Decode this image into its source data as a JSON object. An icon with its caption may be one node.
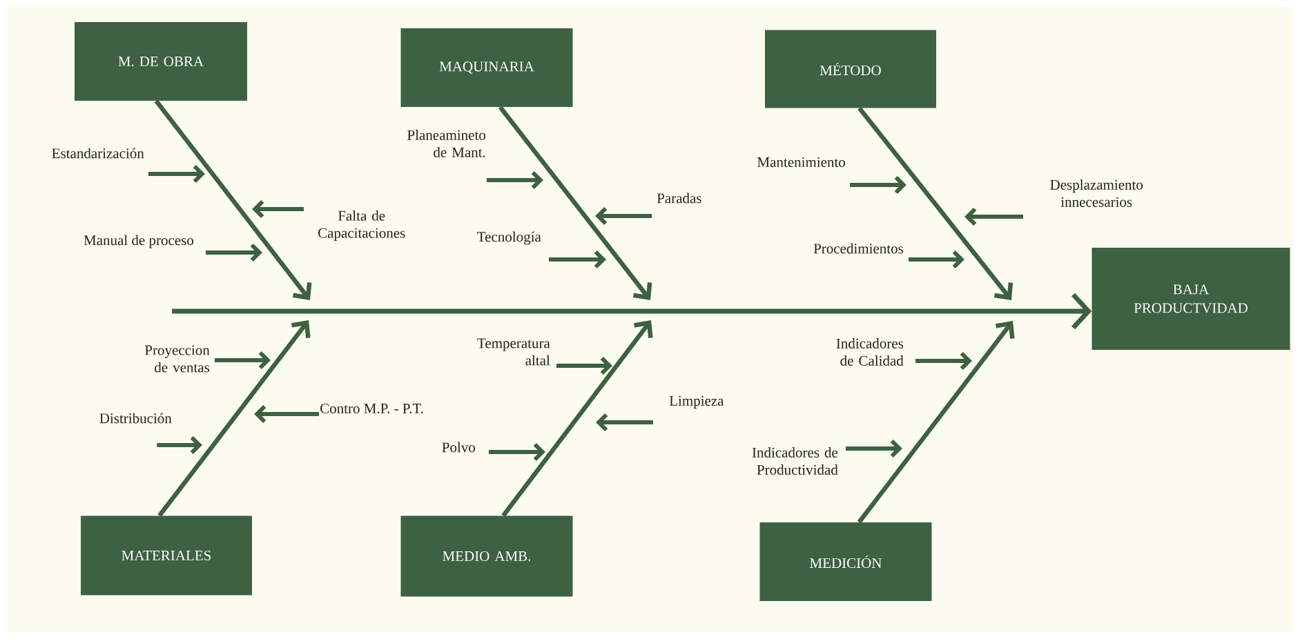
{
  "diagram": {
    "nodes": [
      {
        "text": [
          "M. DE OBRA"
        ]
      },
      {
        "text": [
          "MAQUINARIA"
        ]
      },
      {
        "text": [
          "MÉTODO"
        ]
      },
      {
        "text": [
          "Estandarización"
        ]
      },
      {
        "text": [
          "Planeamineto de Mant."
        ]
      },
      {
        "text": [
          "Mantenimiento"
        ]
      },
      {
        "text": [
          "Falta de Capacitaciones"
        ]
      },
      {
        "text": [
          "Paradas"
        ]
      },
      {
        "text": [
          "Desplazamiento innecesarios"
        ]
      },
      {
        "text": [
          "Manual de proceso"
        ]
      },
      {
        "text": [
          "Tecnología"
        ]
      },
      {
        "text": [
          "Procedimientos"
        ]
      },
      {
        "text": [
          "BAJA PRODUCTVIDAD"
        ]
      },
      {
        "text": [
          "Proyeccion de ventas"
        ]
      },
      {
        "text": [
          "Temperatura altal"
        ]
      },
      {
        "text": [
          "Indicadores de Calidad"
        ]
      },
      {
        "text": [
          "Contro M.P. - P.T."
        ]
      },
      {
        "text": [
          "Limpieza"
        ]
      },
      {
        "text": [
          "Distribución"
        ]
      },
      {
        "text": [
          "Polvo"
        ]
      },
      {
        "text": [
          "Indicadores de Productividad"
        ]
      },
      {
        "text": [
          "MATERIALES"
        ]
      },
      {
        "text": [
          "MEDIO AMB."
        ]
      },
      {
        "text": [
          "MEDICIÓN"
        ]
      }
    ],
    "edges": [
      {
        "from": 0,
        "to": null,
        "arrow": "to"
      },
      {
        "from": 1,
        "to": null,
        "arrow": "to"
      },
      {
        "from": 2,
        "to": null,
        "arrow": "to"
      },
      {
        "from": 21,
        "to": null,
        "arrow": "to"
      },
      {
        "from": 22,
        "to": null,
        "arrow": "to"
      },
      {
        "from": 23,
        "to": null,
        "arrow": "to"
      },
      {
        "from": null,
        "to": 12,
        "arrow": "to"
      },
      {
        "from": 3,
        "to": null,
        "arrow": "to"
      },
      {
        "from": 4,
        "to": null,
        "arrow": "to"
      },
      {
        "from": 5,
        "to": null,
        "arrow": "to"
      },
      {
        "from": 6,
        "to": null,
        "arrow": "to"
      },
      {
        "from": 7,
        "to": null,
        "arrow": "to"
      },
      {
        "from": 8,
        "to": null,
        "arrow": "to"
      },
      {
        "from": 9,
        "to": null,
        "arrow": "to"
      },
      {
        "from": 10,
        "to": null,
        "arrow": "to"
      },
      {
        "from": 11,
        "to": null,
        "arrow": "to"
      },
      {
        "from": 13,
        "to": null,
        "arrow": "to"
      },
      {
        "from": 14,
        "to": null,
        "arrow": "to"
      },
      {
        "from": 15,
        "to": null,
        "arrow": "to"
      },
      {
        "from": 16,
        "to": null,
        "arrow": "to"
      },
      {
        "from": 17,
        "to": null,
        "arrow": "to"
      },
      {
        "from": 18,
        "to": null,
        "arrow": "to"
      },
      {
        "from": 19,
        "to": null,
        "arrow": "to"
      },
      {
        "from": 20,
        "to": null,
        "arrow": "to"
      }
    ]
  }
}
